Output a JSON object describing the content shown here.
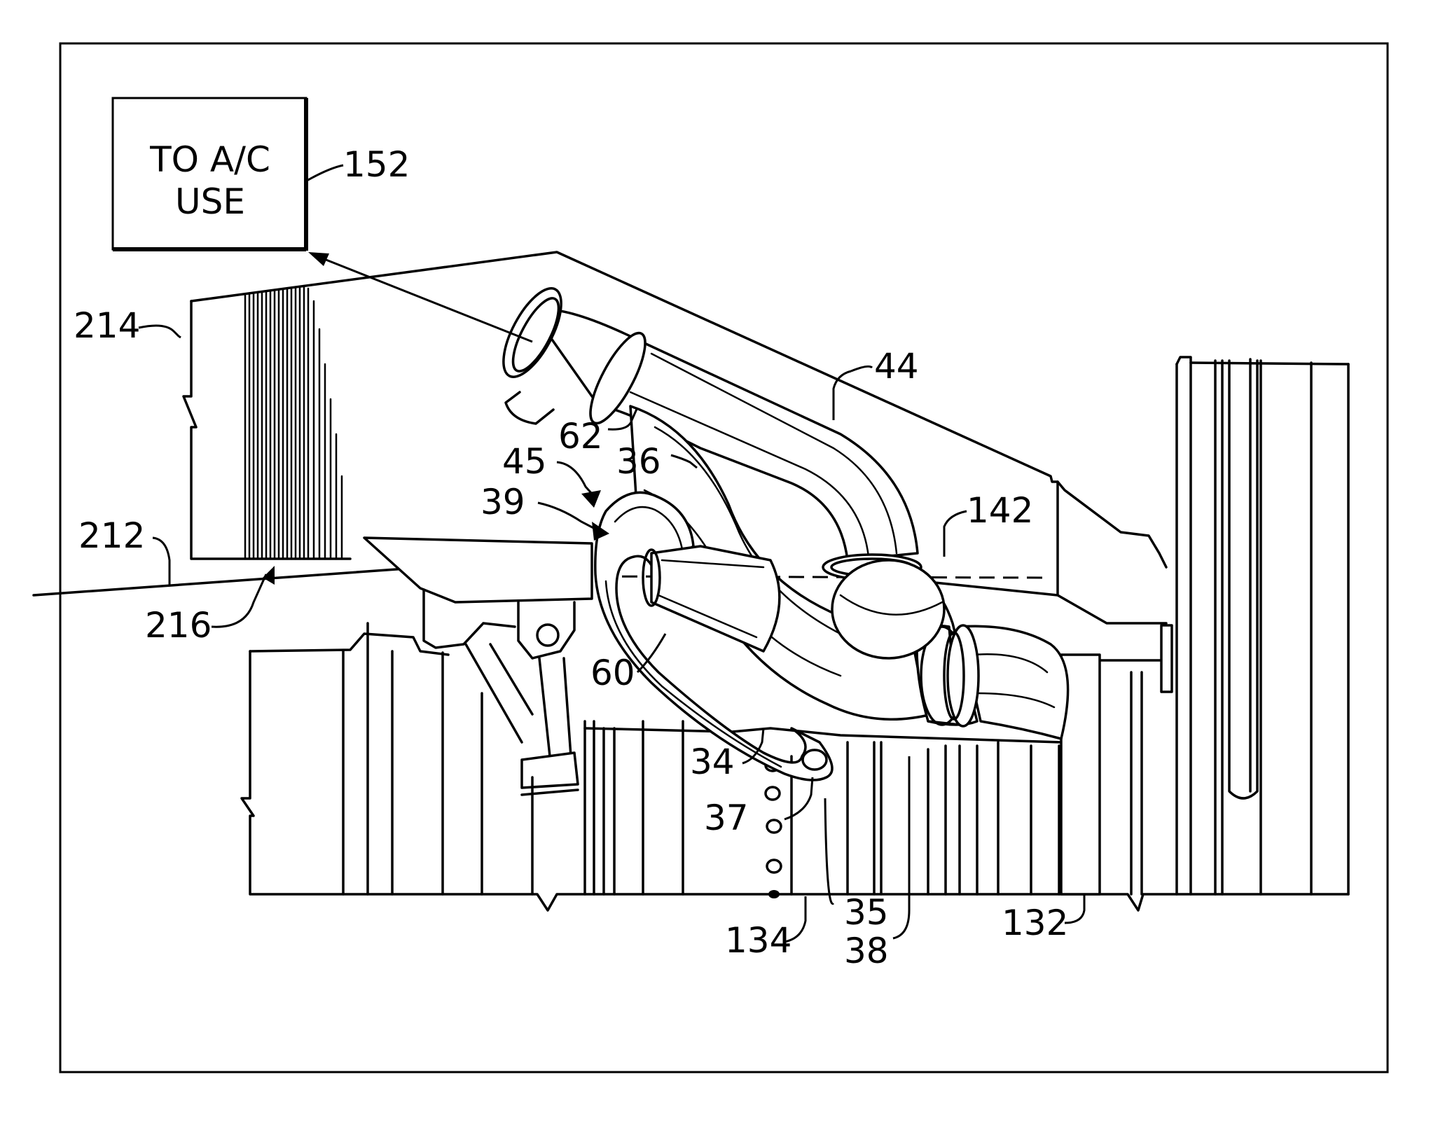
{
  "box": {
    "line1": "TO A/C",
    "line2": "USE"
  },
  "labels": {
    "l152": "152",
    "l214": "214",
    "l212": "212",
    "l216": "216",
    "l62": "62",
    "l44": "44",
    "l45": "45",
    "l36": "36",
    "l39": "39",
    "l142": "142",
    "l60": "60",
    "l34": "34",
    "l37": "37",
    "l134": "134",
    "l35": "35",
    "l38": "38",
    "l132": "132"
  }
}
